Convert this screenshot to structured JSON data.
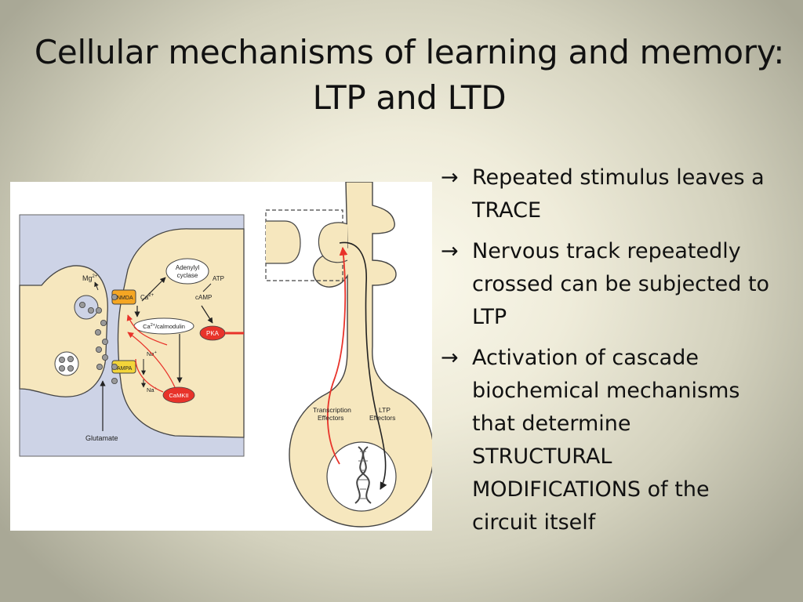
{
  "slide": {
    "title_line1": "Cellular mechanisms of learning and memory:",
    "title_line2": "LTP and LTD"
  },
  "figure": {
    "labels": {
      "mg": "Mg",
      "mg_sup": "2+",
      "nmda": "NMDA",
      "ca": "Ca",
      "ca_sup": "2+",
      "adenylyl": "Adenylyl",
      "cyclase": "cyclase",
      "atp": "ATP",
      "camp": "cAMP",
      "ca_calmodulin": "Ca",
      "ca_calmodulin_sup": "2+",
      "calmodulin": "/calmodulin",
      "pka": "PKA",
      "ampa": "AMPA",
      "na1": "Na",
      "na1_sup": "+",
      "na2": "Na",
      "na2_sup": "+",
      "camkii": "CaMKII",
      "glutamate": "Glutamate",
      "transcription_line1": "Transcription",
      "transcription_line2": "Effectors",
      "ltp_line1": "LTP",
      "ltp_line2": "Effectors"
    }
  },
  "bullets": {
    "arrow_glyph": "→",
    "items": [
      {
        "lines": [
          "Repeated stimulus leaves a",
          "TRACE"
        ]
      },
      {
        "lines": [
          "Nervous track repeatedly",
          "crossed can be subjected to",
          "LTP"
        ]
      },
      {
        "lines": [
          "Activation of cascade",
          "biochemical mechanisms",
          "that determine",
          "STRUCTURAL",
          "MODIFICATIONS of the",
          "circuit itself"
        ]
      }
    ]
  },
  "colors": {
    "cell": "#f6e7be",
    "synapse_bg": "#cdd3e6",
    "red": "#e8332a",
    "orange": "#f5a623",
    "yellow": "#f3d53a"
  }
}
